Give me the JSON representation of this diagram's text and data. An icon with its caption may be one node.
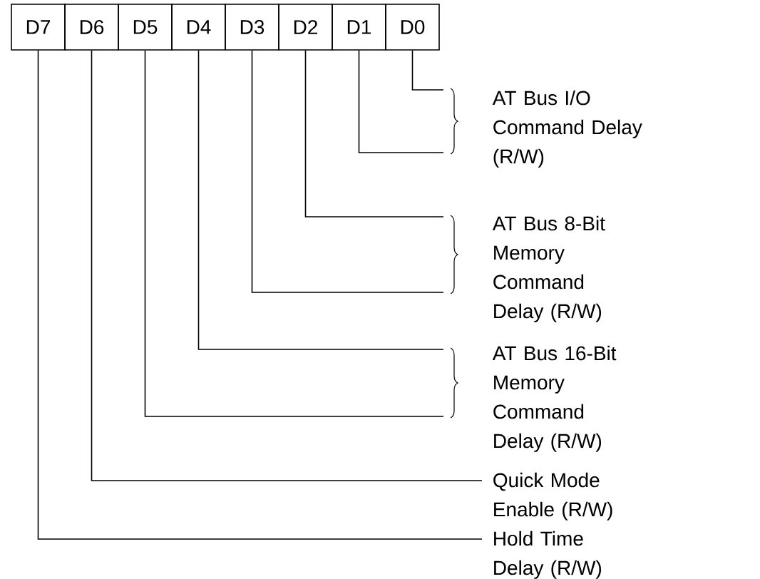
{
  "diagram": {
    "nodes": [
      {
        "text": [
          "D7"
        ]
      },
      {
        "text": [
          "D6"
        ]
      },
      {
        "text": [
          "D5"
        ]
      },
      {
        "text": [
          "D4"
        ]
      },
      {
        "text": [
          "D3"
        ]
      },
      {
        "text": [
          "D2"
        ]
      },
      {
        "text": [
          "D1"
        ]
      },
      {
        "text": [
          "D0"
        ]
      },
      {
        "text": [
          "AT Bus I/O Command Delay (R/W)"
        ]
      },
      {
        "text": [
          "AT Bus 8-Bit Memory Command Delay (R/W)"
        ]
      },
      {
        "text": [
          "AT Bus 16-Bit Memory Command Delay (R/W)"
        ]
      },
      {
        "text": [
          "Quick Mode Enable (R/W)"
        ]
      },
      {
        "text": [
          "Hold Time Delay (R/W)"
        ]
      }
    ],
    "edges": [
      {
        "from": 0,
        "to": 12,
        "arrow": "none"
      },
      {
        "from": 1,
        "to": 11,
        "arrow": "none"
      },
      {
        "from": 2,
        "to": 10,
        "arrow": "none"
      },
      {
        "from": 3,
        "to": 10,
        "arrow": "none"
      },
      {
        "from": 4,
        "to": 9,
        "arrow": "none"
      },
      {
        "from": 5,
        "to": 9,
        "arrow": "none"
      },
      {
        "from": 6,
        "to": 8,
        "arrow": "none"
      },
      {
        "from": 7,
        "to": 8,
        "arrow": "none"
      }
    ]
  }
}
